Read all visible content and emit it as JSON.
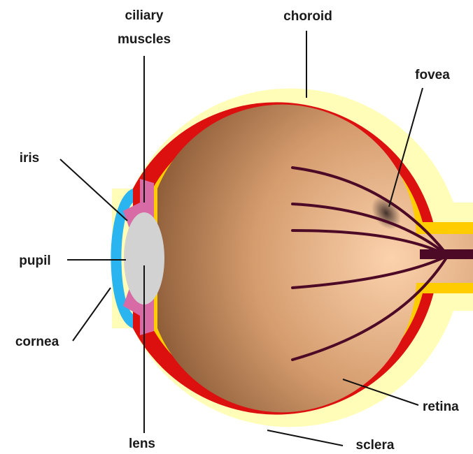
{
  "labels": {
    "ciliary_line1": "ciliary",
    "ciliary_line2": "muscles",
    "choroid": "choroid",
    "fovea": "fovea",
    "iris": "iris",
    "pupil": "pupil",
    "cornea": "cornea",
    "lens": "lens",
    "retina": "retina",
    "sclera": "sclera"
  },
  "colors": {
    "sclera": "#fffdb8",
    "choroid": "#dd1010",
    "retina": "#ffcc00",
    "vitreous_light": "#fbd2ad",
    "vitreous_dark": "#8a5a36",
    "cornea": "#2ab4f0",
    "ciliary": "#d86aa6",
    "lens": "#d2d2d2",
    "nerve": "#4d0a26",
    "fovea_spot": "#3a2a26"
  }
}
